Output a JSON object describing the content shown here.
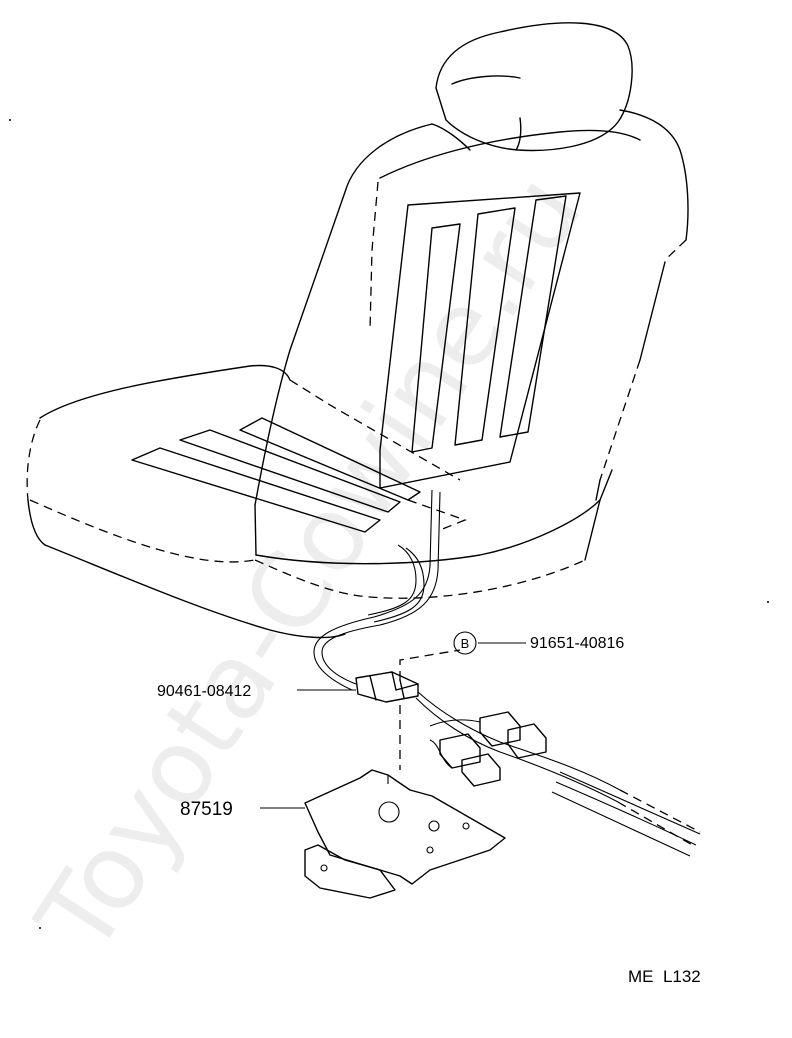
{
  "watermark": "Toyota-Cowine.ru",
  "callouts": {
    "bolt_mark_letter": "B",
    "bolt_part": "91651-40816",
    "clamp_part": "90461-08412",
    "bracket_part": "87519"
  },
  "diagram_code": "ME  L132"
}
